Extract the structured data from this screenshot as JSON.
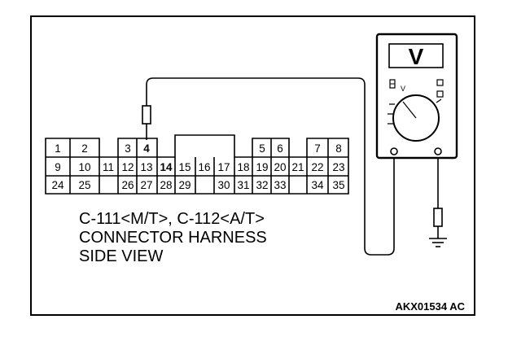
{
  "connector": {
    "row1": [
      "1",
      "2",
      "3",
      "4",
      "5",
      "6",
      "7",
      "8"
    ],
    "row2": [
      "9",
      "10",
      "11",
      "12",
      "13",
      "14",
      "15",
      "16",
      "17",
      "18",
      "19",
      "20",
      "21",
      "22",
      "23"
    ],
    "row3": [
      "24",
      "25",
      "26",
      "27",
      "28",
      "29",
      "30",
      "31",
      "32",
      "33",
      "34",
      "35"
    ]
  },
  "caption": {
    "line1": "C-111<M/T>, C-112<A/T>",
    "line2": "CONNECTOR HARNESS",
    "line3": "SIDE VIEW"
  },
  "meter": {
    "range_symbol": "V",
    "mode_symbol": "V"
  },
  "figure_id": "AKX01534 AC"
}
